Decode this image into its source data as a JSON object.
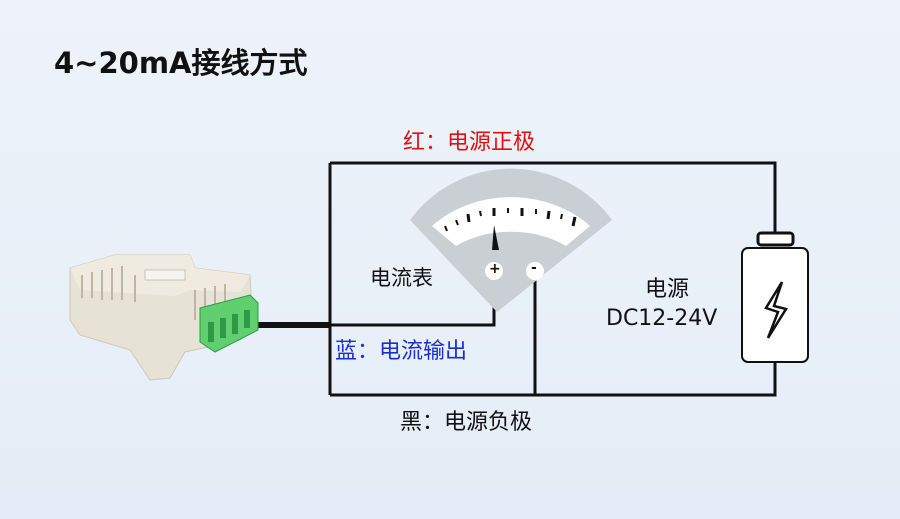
{
  "title": "4~20mA接线方式",
  "labels": {
    "red_wire": "红：电源正极",
    "blue_wire": "蓝：电流输出",
    "black_wire": "黑：电源负极",
    "ammeter": "电流表",
    "power_name": "电源",
    "power_voltage": "DC12-24V",
    "plus": "+",
    "minus": "-"
  },
  "colors": {
    "red": "#e01010",
    "blue": "#1a2fd0",
    "wire": "#111111",
    "terminal": "#4cc46a"
  }
}
